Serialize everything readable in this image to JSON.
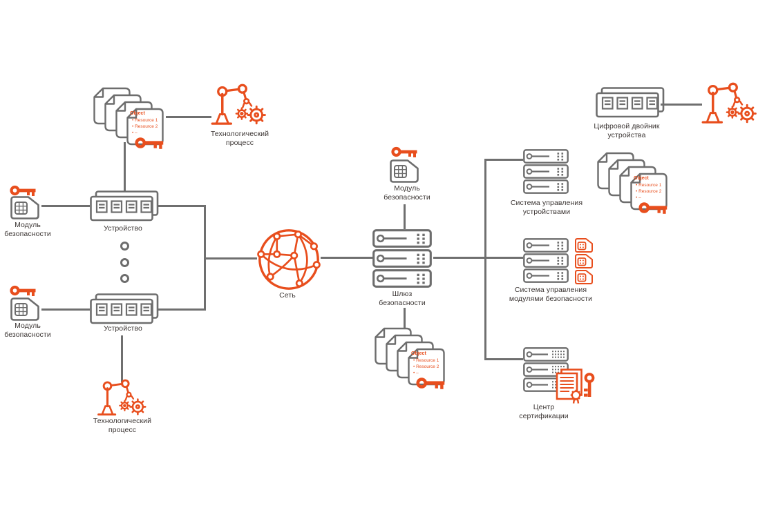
{
  "colors": {
    "orange": "#e84e1d",
    "gray": "#6d6d6d",
    "line": "#6f6f6f",
    "text": "#3b3533",
    "bg": "#ffffff"
  },
  "nodes": {
    "device": "Устройство",
    "security_module": "Модуль безопасности",
    "tech_process": "Технологический процесс",
    "network": "Сеть",
    "gateway": "Шлюз безопасности",
    "device_mgmt": "Система управления устройствами",
    "module_mgmt": "Система управления модулями безопасности",
    "cert_center": "Центр сертификации",
    "digital_twin": "Цифровой двойник устройства"
  },
  "document": {
    "title": "Object",
    "items": [
      "Resource 1",
      "Resource 2",
      "–"
    ]
  },
  "icons": {
    "key-icon": "key (credential)",
    "sim-icon": "SIM / security module chip",
    "device-icon": "hardware device with ports",
    "server-stack-icon": "rack server stack",
    "network-globe-icon": "network globe",
    "robot-icon": "industrial robot arm with gears",
    "certificate-key-icon": "certificate documents with seal and key",
    "document-stack-icon": "stack of object/resource documents"
  }
}
